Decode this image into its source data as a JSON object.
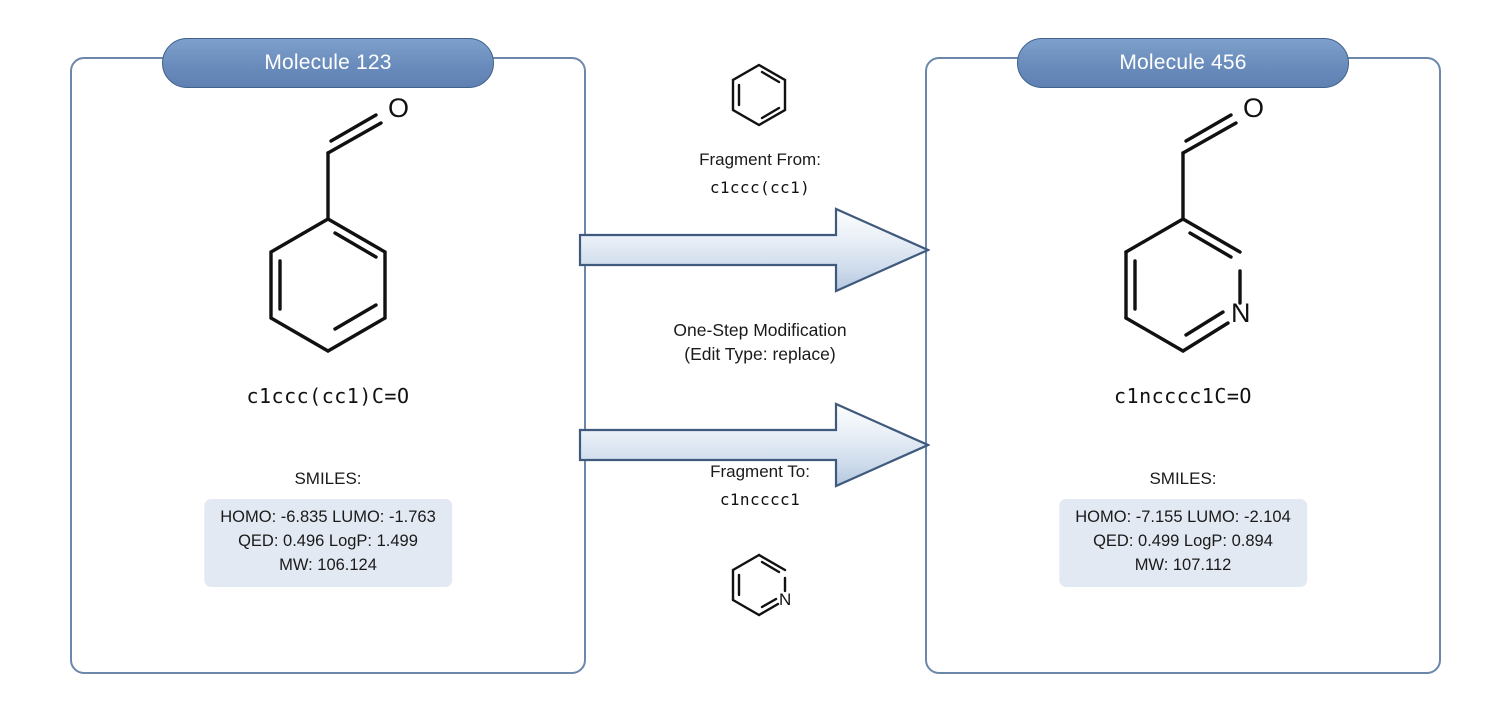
{
  "left_card": {
    "title": "Molecule 123",
    "structure_icon": "benzaldehyde-structure",
    "smiles": "c1ccc(cc1)C=O",
    "smiles_label": "SMILES:",
    "properties": {
      "line1": "HOMO: -6.835  LUMO: -1.763",
      "line2": "QED: 0.496  LogP: 1.499",
      "line3": "MW: 106.124",
      "homo": "-6.835",
      "lumo": "-1.763",
      "qed": "0.496",
      "logp": "1.499",
      "mw": "106.124"
    }
  },
  "right_card": {
    "title": "Molecule 456",
    "structure_icon": "pyridine-carbaldehyde-structure",
    "smiles": "c1ncccc1C=O",
    "smiles_label": "SMILES:",
    "properties": {
      "line1": "HOMO: -7.155  LUMO: -2.104",
      "line2": "QED: 0.499  LogP: 0.894",
      "line3": "MW: 107.112",
      "homo": "-7.155",
      "lumo": "-2.104",
      "qed": "0.499",
      "logp": "0.894",
      "mw": "107.112"
    }
  },
  "center": {
    "fragment_from_label": "Fragment From:",
    "fragment_from_smiles": "c1ccc(cc1)",
    "fragment_from_icon": "benzene-ring-structure",
    "fragment_to_label": "Fragment To:",
    "fragment_to_smiles": "c1ncccc1",
    "fragment_to_icon": "pyridine-ring-structure",
    "edit_line1": "One-Step Modification",
    "edit_line2": "(Edit Type: replace)",
    "arrow_top_icon": "right-arrow",
    "arrow_bottom_icon": "right-arrow"
  },
  "colors": {
    "card_border": "#6b88ab",
    "title_pill": "#6a8cbc",
    "title_pill_border": "#41608c",
    "props_background": "#e3e9f3",
    "arrow_outline": "#3f5a7d",
    "arrow_fill_light": "#f4f7fb",
    "arrow_fill_mid": "#c3d2e6",
    "text": "#1a1a1a",
    "background": "#ffffff"
  }
}
